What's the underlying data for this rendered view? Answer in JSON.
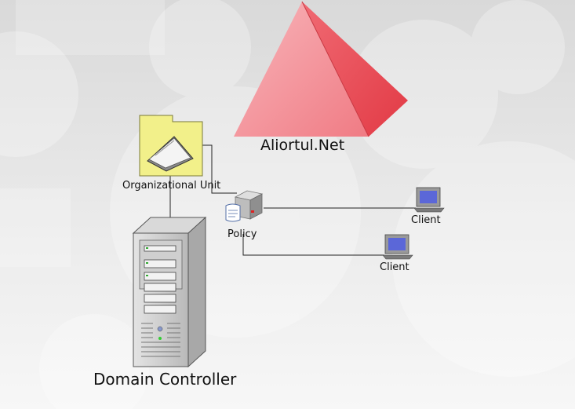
{
  "diagram": {
    "domain_label": "Aliortul.Net",
    "ou_label": "Organizational Unit",
    "policy_label": "Policy",
    "client_labels": [
      "Client",
      "Client"
    ],
    "dc_label": "Domain Controller"
  },
  "colors": {
    "pyramid_light": "#f59aa0",
    "pyramid_dark": "#e8454f",
    "folder_yellow": "#f2f08a",
    "server_gray": "#c9c9c9",
    "connector": "#222222"
  },
  "icons": [
    "pyramid-icon",
    "folder-icon",
    "policy-server-icon",
    "monitor-icon",
    "server-tower-icon"
  ]
}
